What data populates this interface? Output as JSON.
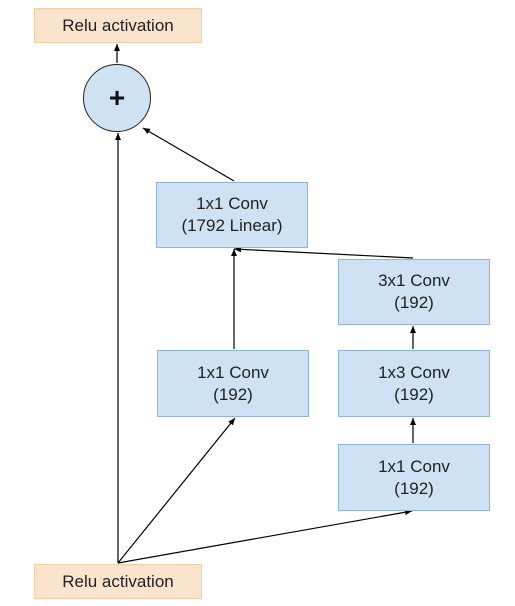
{
  "colors": {
    "conv_fill": "#cfe2f3",
    "conv_border": "#8fb3da",
    "relu_fill": "#fbe4cd",
    "relu_border": "#f4cba4",
    "edge": "#000000"
  },
  "nodes": {
    "relu_top": {
      "label": "Relu activation"
    },
    "add": {
      "symbol": "+",
      "icon": "plus-icon"
    },
    "conv_1792": {
      "line1": "1x1 Conv",
      "line2": "(1792 Linear)"
    },
    "conv_3x1": {
      "line1": "3x1 Conv",
      "line2": "(192)"
    },
    "conv_1x1_left": {
      "line1": "1x1 Conv",
      "line2": "(192)"
    },
    "conv_1x3": {
      "line1": "1x3 Conv",
      "line2": "(192)"
    },
    "conv_1x1_right": {
      "line1": "1x1 Conv",
      "line2": "(192)"
    },
    "relu_bottom": {
      "label": "Relu activation"
    }
  },
  "edges": [
    [
      "relu_bottom",
      "add"
    ],
    [
      "relu_bottom",
      "conv_1x1_left"
    ],
    [
      "relu_bottom",
      "conv_1x1_right"
    ],
    [
      "conv_1x1_right",
      "conv_1x3"
    ],
    [
      "conv_1x3",
      "conv_3x1"
    ],
    [
      "conv_3x1",
      "conv_1792"
    ],
    [
      "conv_1x1_left",
      "conv_1792"
    ],
    [
      "conv_1792",
      "add"
    ],
    [
      "add",
      "relu_top"
    ]
  ]
}
